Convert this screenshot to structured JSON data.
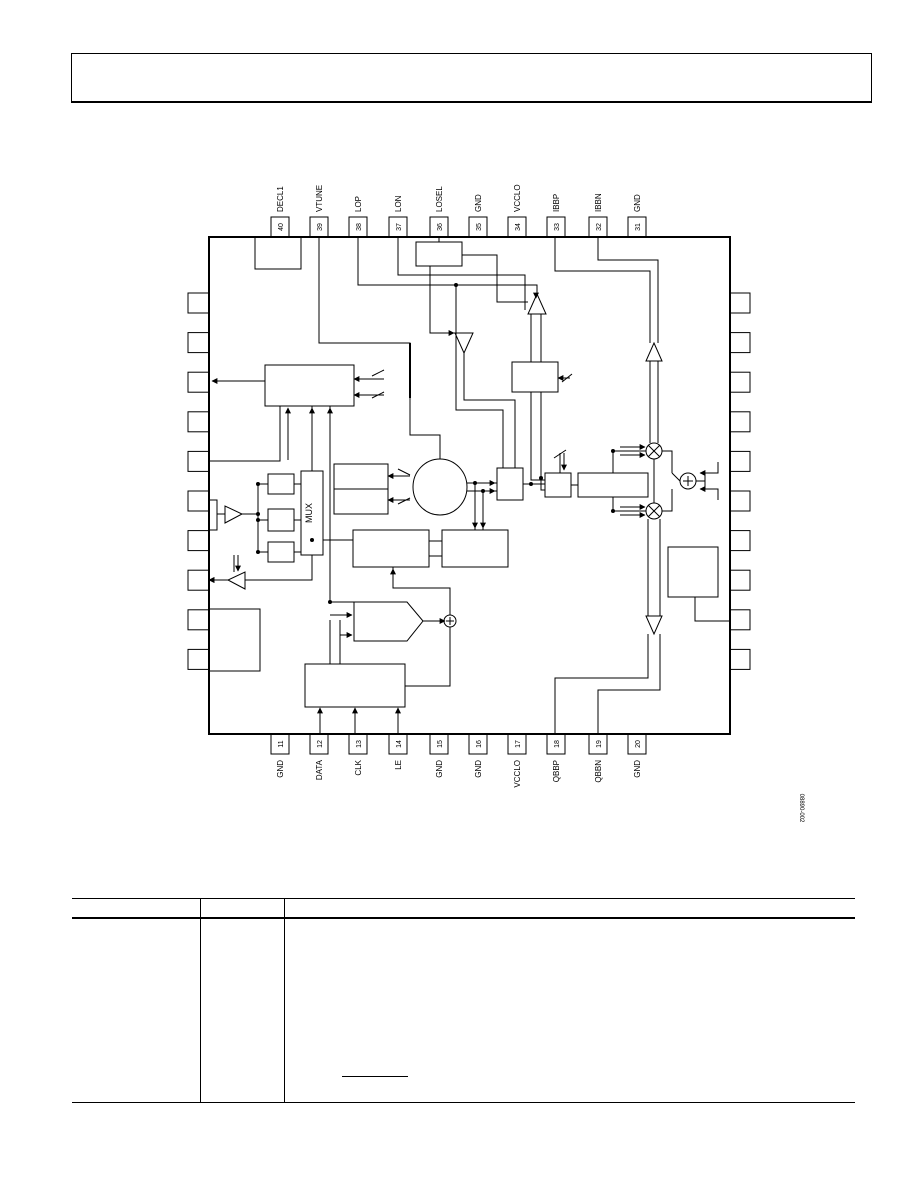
{
  "top_pins": [
    {
      "num": "40",
      "name": "DECL1"
    },
    {
      "num": "39",
      "name": "VTUNE"
    },
    {
      "num": "38",
      "name": "LOP"
    },
    {
      "num": "37",
      "name": "LON"
    },
    {
      "num": "36",
      "name": "LOSEL"
    },
    {
      "num": "35",
      "name": "GND"
    },
    {
      "num": "34",
      "name": "VCCLO"
    },
    {
      "num": "33",
      "name": "IBBP"
    },
    {
      "num": "32",
      "name": "IBBN"
    },
    {
      "num": "31",
      "name": "GND"
    }
  ],
  "bottom_pins": [
    {
      "num": "11",
      "name": "GND"
    },
    {
      "num": "12",
      "name": "DATA"
    },
    {
      "num": "13",
      "name": "CLK"
    },
    {
      "num": "14",
      "name": "LE"
    },
    {
      "num": "15",
      "name": "GND"
    },
    {
      "num": "16",
      "name": "GND"
    },
    {
      "num": "17",
      "name": "VCCLO"
    },
    {
      "num": "18",
      "name": "QBBP"
    },
    {
      "num": "19",
      "name": "QBBN"
    },
    {
      "num": "20",
      "name": "GND"
    }
  ],
  "mux_label": "MUX",
  "figure_id": "08890-002"
}
